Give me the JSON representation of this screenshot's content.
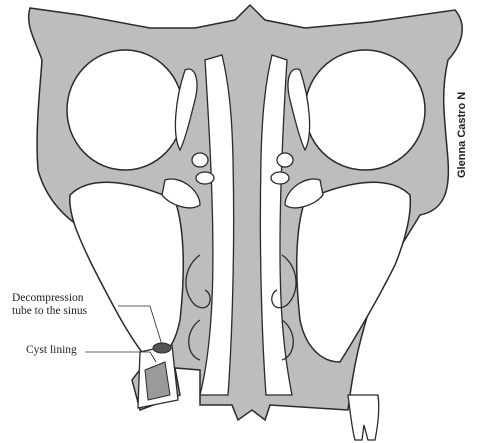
{
  "labels": {
    "decompression_line1": "Decompression",
    "decompression_line2": "tube to the sinus",
    "cyst_lining": "Cyst lining"
  },
  "signature": "Glenna Castro N",
  "colors": {
    "bone_fill": "#bdbdbd",
    "outline": "#2a2a2a",
    "cavity": "#ffffff"
  }
}
